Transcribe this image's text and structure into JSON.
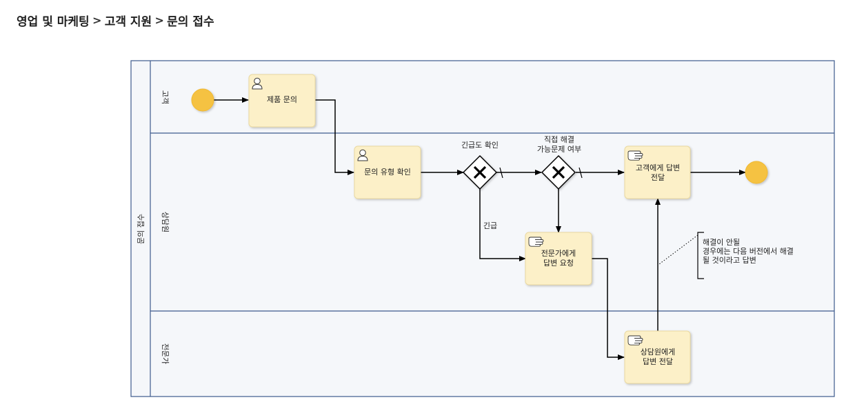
{
  "breadcrumb": {
    "items": [
      "영업 및 마케팅",
      "고객 지원",
      "문의 접수"
    ],
    "separator": ">"
  },
  "pool": {
    "label": "문의 접수"
  },
  "lanes": [
    "고객",
    "상담원",
    "전문가"
  ],
  "tasks": {
    "product_inquiry": {
      "lines": [
        "제품 문의"
      ]
    },
    "check_type": {
      "lines": [
        "문의 유형 확인"
      ]
    },
    "request_expert": {
      "lines": [
        "전문가에게",
        "답변 요청"
      ]
    },
    "answer_customer": {
      "lines": [
        "고객에게 답변",
        "전달"
      ]
    },
    "answer_agent": {
      "lines": [
        "상담원에게",
        "답변 전달"
      ]
    }
  },
  "gateways": {
    "urgency": {
      "lines": [
        "긴급도 확인"
      ]
    },
    "direct_solve": {
      "lines": [
        "직접 해결",
        "가능문제 여부"
      ]
    }
  },
  "flow_labels": {
    "urgent": "긴급"
  },
  "annotation": {
    "lines": [
      "해결이 안될",
      "경우에는 다음 버전에서 해결",
      "될 것이라고 답변"
    ]
  },
  "colors": {
    "event_fill": "#f5c242",
    "task_fill": "#fcf0c8",
    "pool_stroke": "#3c5a8c",
    "lane_bg": "#f5f7fa"
  }
}
